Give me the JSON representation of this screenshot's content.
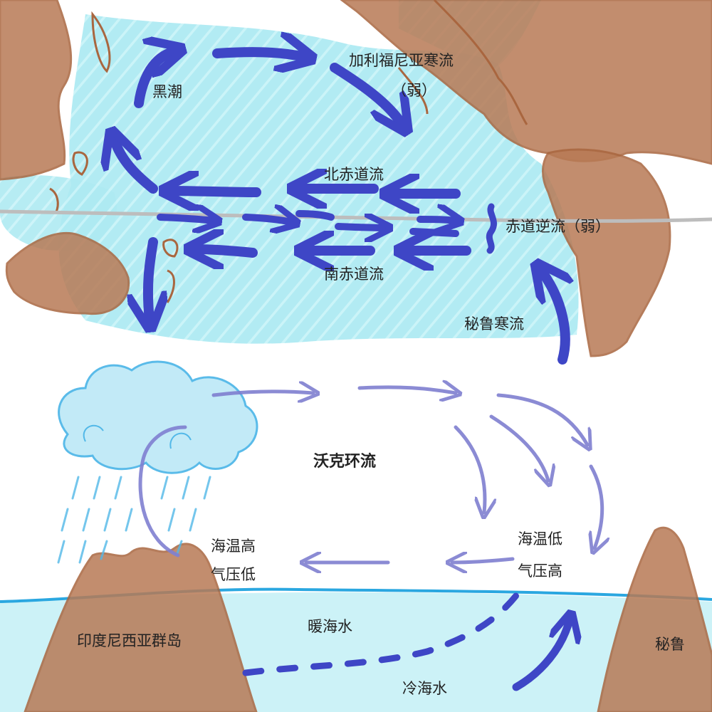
{
  "pacific_map": {
    "kuroshio": "黑潮",
    "california_current": "加利福尼亚寒流",
    "california_current_note": "（弱）",
    "north_equatorial_current": "北赤道流",
    "equatorial_countercurrent": "赤道逆流（弱）",
    "south_equatorial_current": "南赤道流",
    "peru_current": "秘鲁寒流"
  },
  "walker_circulation": {
    "title": "沃克环流",
    "west_sea_temp": "海温高",
    "west_pressure": "气压低",
    "east_sea_temp": "海温低",
    "east_pressure": "气压高",
    "warm_water": "暖海水",
    "cold_water": "冷海水",
    "indonesia": "印度尼西亚群岛",
    "peru": "秘鲁"
  },
  "colors": {
    "land": "#b87a55",
    "land_outline": "#a9663f",
    "ocean": "#aeeaf2",
    "current_arrow": "#3e46c6",
    "circulation_arrow": "#7f7fd0",
    "sea_line": "#2aa7e0",
    "equator_line": "#bdbdbd",
    "cloud": "#52b8e8"
  }
}
